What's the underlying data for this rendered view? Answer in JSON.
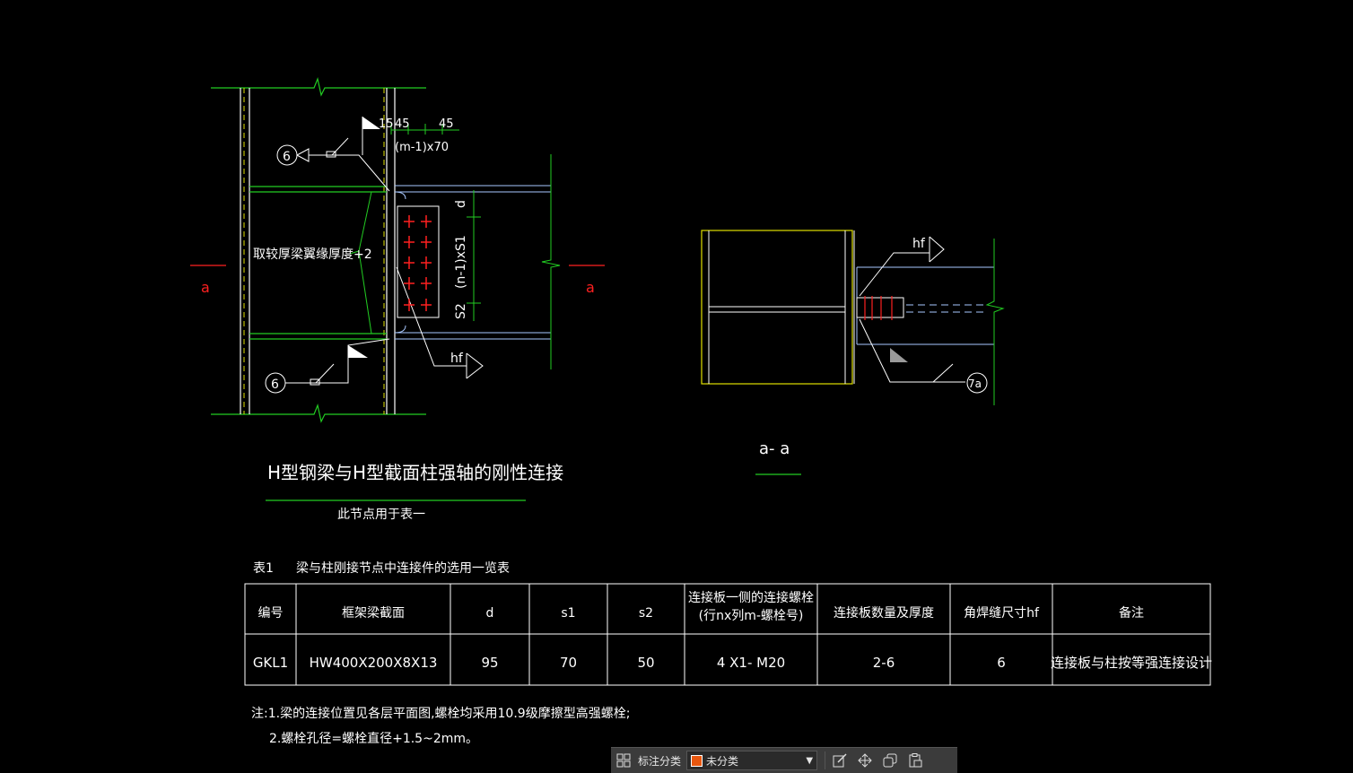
{
  "colors": {
    "green": "#22cc22",
    "white": "#ffffff",
    "red": "#ff2020",
    "yellow": "#e0e000",
    "cyan": "#a8c8ff",
    "gray": "#9a9a9a",
    "accent": "#e8570f"
  },
  "drawing1": {
    "dim_15": "15",
    "dim_45a": "45",
    "dim_45b": "45",
    "dim_m1x70": "(m-1)x70",
    "dim_d": "d",
    "dim_n1s1": "(n-1)xS1",
    "dim_s2": "S2",
    "note_flange": "取较厚梁翼缘厚度+2",
    "section_mark_left": "a",
    "section_mark_right": "a",
    "weld_symbol_top": "6",
    "weld_symbol_bottom": "6",
    "weld_hf": "hf",
    "title": "H型钢梁与H型截面柱强轴的刚性连接",
    "subtitle": "此节点用于表一"
  },
  "drawing2": {
    "weld_hf": "hf",
    "weld_symbol": "7a",
    "title": "a- a"
  },
  "table": {
    "caption_no": "表1",
    "caption": "梁与柱刚接节点中连接件的选用一览表",
    "headers": [
      "编号",
      "框架梁截面",
      "d",
      "s1",
      "s2",
      "连接板一侧的连接螺栓\n(行nx列m-螺栓号)",
      "连接板数量及厚度",
      "角焊缝尺寸hf",
      "备注"
    ],
    "rows": [
      [
        "GKL1",
        "HW400X200X8X13",
        "95",
        "70",
        "50",
        "4 X1- M20",
        "2-6",
        "6",
        "连接板与柱按等强连接设计"
      ]
    ]
  },
  "notes": {
    "line1": "注:1.梁的连接位置见各层平面图,螺栓均采用10.9级摩擦型高强螺栓;",
    "line2": "2.螺栓孔径=螺栓直径+1.5~2mm。"
  },
  "toolbar": {
    "grid_icon": "grid-icon",
    "label": "标注分类",
    "select_value": "未分类",
    "icons": [
      "edit-icon",
      "move-icon",
      "copy-icon",
      "paste-icon"
    ]
  }
}
